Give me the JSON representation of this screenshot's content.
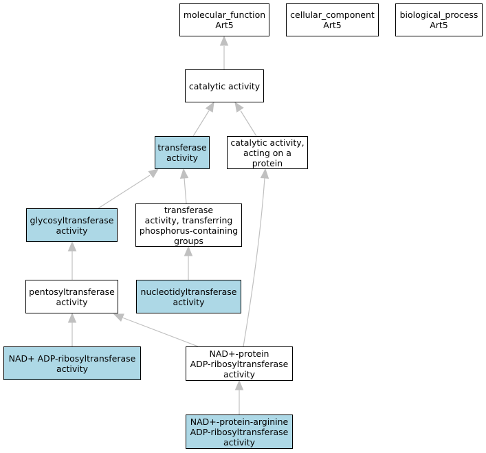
{
  "colors": {
    "highlight": "#add8e6",
    "plain": "#ffffff",
    "border": "#000000",
    "edge": "#c0c0c0"
  },
  "nodes": {
    "molecular_function": {
      "label": "molecular_function\nArt5",
      "highlighted": false
    },
    "cellular_component": {
      "label": "cellular_component\nArt5",
      "highlighted": false
    },
    "biological_process": {
      "label": "biological_process\nArt5",
      "highlighted": false
    },
    "catalytic_activity": {
      "label": "catalytic activity",
      "highlighted": false
    },
    "transferase_activity": {
      "label": "transferase\nactivity",
      "highlighted": true
    },
    "catalytic_on_protein": {
      "label": "catalytic activity,\nacting on a\nprotein",
      "highlighted": false
    },
    "glycosyltransferase": {
      "label": "glycosyltransferase\nactivity",
      "highlighted": true
    },
    "transferase_phosphorus": {
      "label": "transferase\nactivity, transferring\nphosphorus-containing\ngroups",
      "highlighted": false
    },
    "pentosyltransferase": {
      "label": "pentosyltransferase\nactivity",
      "highlighted": false
    },
    "nucleotidyltransferase": {
      "label": "nucleotidyltransferase\nactivity",
      "highlighted": true
    },
    "nad_adp_ribosyl": {
      "label": "NAD+ ADP-ribosyltransferase\nactivity",
      "highlighted": true
    },
    "nad_protein_adp": {
      "label": "NAD+-protein\nADP-ribosyltransferase\nactivity",
      "highlighted": false
    },
    "nad_protein_arginine": {
      "label": "NAD+-protein-arginine\nADP-ribosyltransferase\nactivity",
      "highlighted": true
    }
  },
  "edges": [
    {
      "from": "catalytic_activity",
      "to": "molecular_function"
    },
    {
      "from": "transferase_activity",
      "to": "catalytic_activity"
    },
    {
      "from": "catalytic_on_protein",
      "to": "catalytic_activity"
    },
    {
      "from": "glycosyltransferase",
      "to": "transferase_activity"
    },
    {
      "from": "transferase_phosphorus",
      "to": "transferase_activity"
    },
    {
      "from": "pentosyltransferase",
      "to": "glycosyltransferase"
    },
    {
      "from": "nucleotidyltransferase",
      "to": "transferase_phosphorus"
    },
    {
      "from": "nad_adp_ribosyl",
      "to": "pentosyltransferase"
    },
    {
      "from": "nad_protein_adp",
      "to": "pentosyltransferase"
    },
    {
      "from": "nad_protein_adp",
      "to": "catalytic_on_protein"
    },
    {
      "from": "nad_protein_arginine",
      "to": "nad_protein_adp"
    }
  ]
}
